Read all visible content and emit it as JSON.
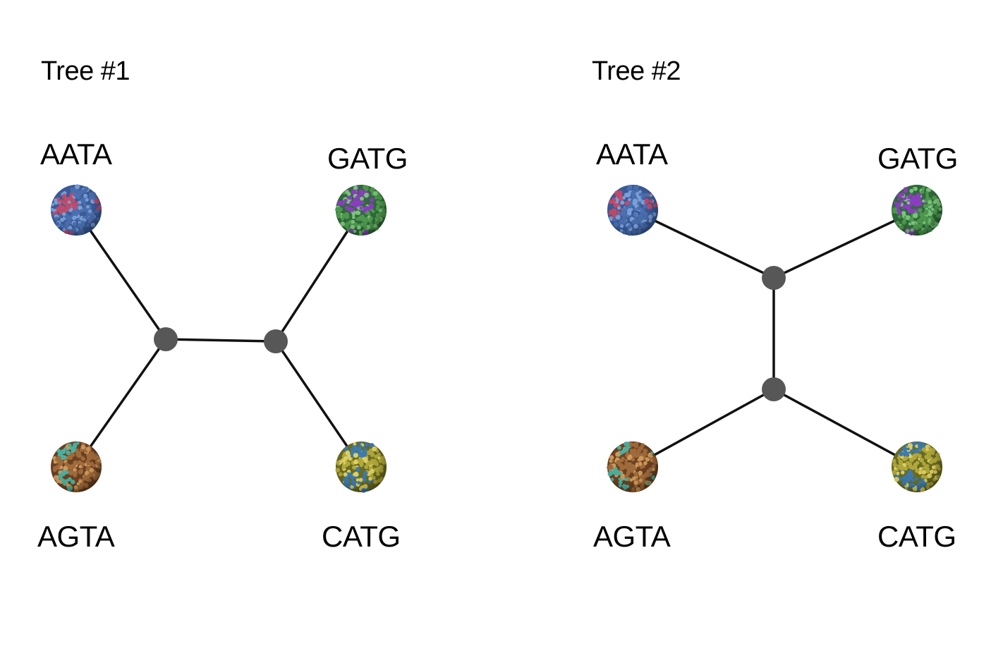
{
  "trees": [
    {
      "title": "Tree #1",
      "topology": "((AATA,AGTA),(GATG,CATG))",
      "leaves": {
        "top_left": {
          "label": "AATA",
          "colors": [
            "#4a6fb0",
            "#c04a6a",
            "#3a5a9a",
            "#7aa0d8"
          ]
        },
        "top_right": {
          "label": "GATG",
          "colors": [
            "#4e9a4e",
            "#8a3cc0",
            "#2f6a3a",
            "#7cc67c"
          ]
        },
        "bottom_left": {
          "label": "AGTA",
          "colors": [
            "#a06a3a",
            "#4ab0a0",
            "#6a4020",
            "#d09a5a"
          ]
        },
        "bottom_right": {
          "label": "CATG",
          "colors": [
            "#b0a83a",
            "#3a7ab0",
            "#6a6a20",
            "#e0d060"
          ]
        }
      }
    },
    {
      "title": "Tree #2",
      "topology": "((AATA,GATG),(AGTA,CATG))",
      "leaves": {
        "top_left": {
          "label": "AATA",
          "colors": [
            "#4a6fb0",
            "#c04a6a",
            "#3a5a9a",
            "#7aa0d8"
          ]
        },
        "top_right": {
          "label": "GATG",
          "colors": [
            "#4e9a4e",
            "#8a3cc0",
            "#2f6a3a",
            "#7cc67c"
          ]
        },
        "bottom_left": {
          "label": "AGTA",
          "colors": [
            "#a06a3a",
            "#4ab0a0",
            "#6a4020",
            "#d09a5a"
          ]
        },
        "bottom_right": {
          "label": "CATG",
          "colors": [
            "#b0a83a",
            "#3a7ab0",
            "#6a6a20",
            "#e0d060"
          ]
        }
      }
    }
  ],
  "edge_color": "#111111",
  "internal_node_color": "#575757"
}
